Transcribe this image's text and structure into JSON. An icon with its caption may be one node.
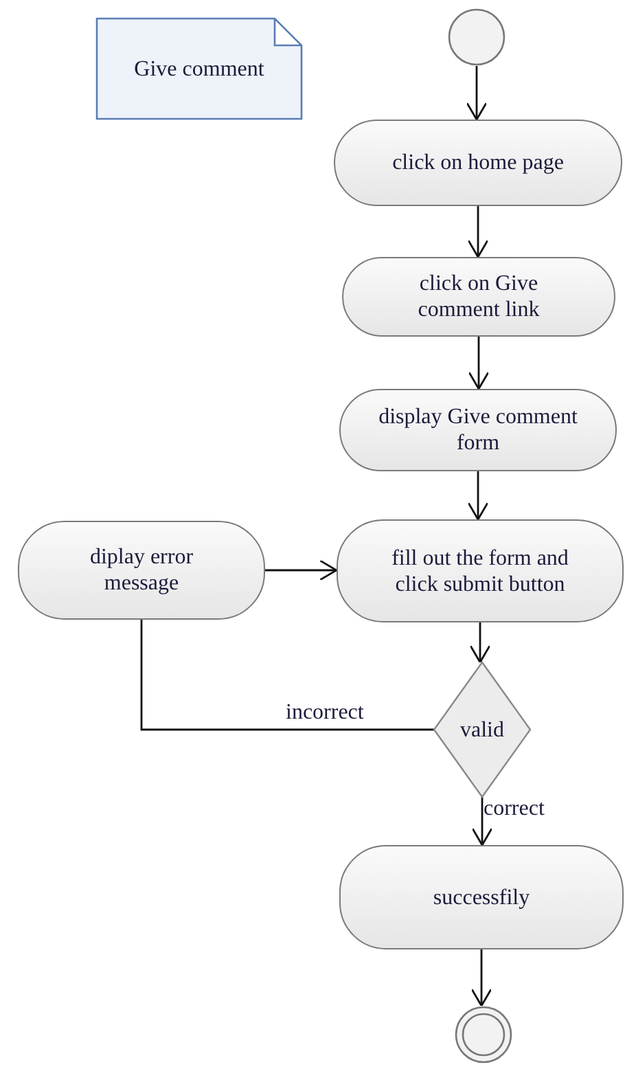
{
  "diagram": {
    "nodes": [
      {
        "text": [
          "Give comment"
        ]
      },
      {
        "text": [],
        "shape": "circle"
      },
      {
        "text": [
          "click on home page"
        ]
      },
      {
        "text": [
          "click on Give comment link"
        ]
      },
      {
        "text": [
          "display Give comment form"
        ]
      },
      {
        "text": [
          "diplay error message"
        ]
      },
      {
        "text": [
          "fill out the form and click submit button"
        ]
      },
      {
        "text": [
          "valid"
        ]
      },
      {
        "text": [
          "successfily"
        ]
      },
      {
        "text": [],
        "shape": "circle"
      }
    ],
    "edges": [
      {
        "from": 1,
        "to": 2,
        "arrow": "to"
      },
      {
        "from": 2,
        "to": 3,
        "arrow": "to"
      },
      {
        "from": 3,
        "to": 4,
        "arrow": "to"
      },
      {
        "from": 4,
        "to": 6,
        "arrow": "to"
      },
      {
        "from": 5,
        "to": 6,
        "arrow": "to"
      },
      {
        "from": 6,
        "to": 7,
        "arrow": "to"
      },
      {
        "from": 7,
        "to": 5,
        "arrow": "none",
        "label": "incorrect"
      },
      {
        "from": 7,
        "to": 8,
        "arrow": "to",
        "label": "correct"
      },
      {
        "from": 8,
        "to": 9,
        "arrow": "to"
      }
    ]
  }
}
